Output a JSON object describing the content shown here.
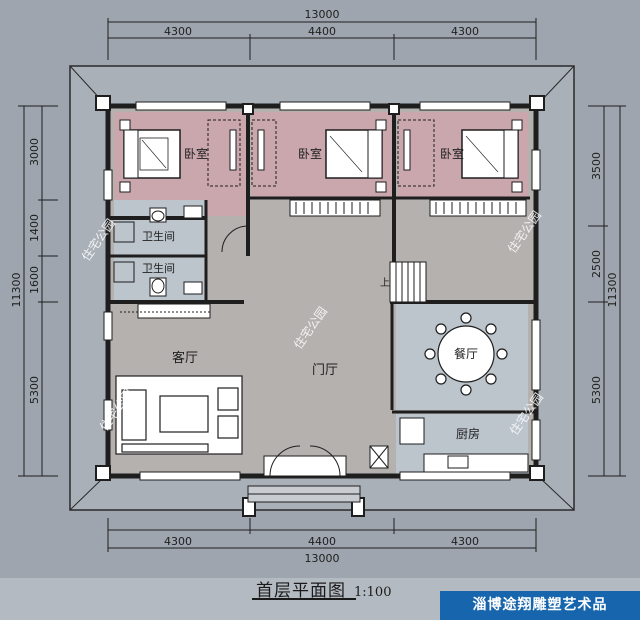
{
  "dimensions": {
    "top_total": "13000",
    "top_segments": [
      "4300",
      "4400",
      "4300"
    ],
    "bottom_total": "13000",
    "bottom_segments": [
      "4300",
      "4400",
      "4300"
    ],
    "left_total": "11300",
    "left_segments": [
      "3000",
      "1400",
      "1600",
      "5300"
    ],
    "right_total": "11300",
    "right_segments": [
      "3500",
      "2500",
      "5300"
    ]
  },
  "rooms": {
    "bedroom_1": "卧室",
    "bedroom_2": "卧室",
    "bedroom_3": "卧室",
    "bathroom_1": "卫生间",
    "bathroom_2": "卫生间",
    "living_room": "客厅",
    "foyer": "门厅",
    "dining_room": "餐厅",
    "kitchen": "厨房"
  },
  "stair_label": "上",
  "watermark": "住宅公园",
  "caption": {
    "title": "首层平面图",
    "scale": "1:100"
  },
  "brand": {
    "text": "淄博途翔雕塑艺术品"
  },
  "colors": {
    "background": "#9ea5ae",
    "roof_eave": "#a9b0b8",
    "wall": "#1e1e1e",
    "bedroom_floor": "#c9a7ad",
    "common_floor": "#b5b1af",
    "light_floor": "#bcc4cc",
    "brand_bar": "#1766ad"
  }
}
